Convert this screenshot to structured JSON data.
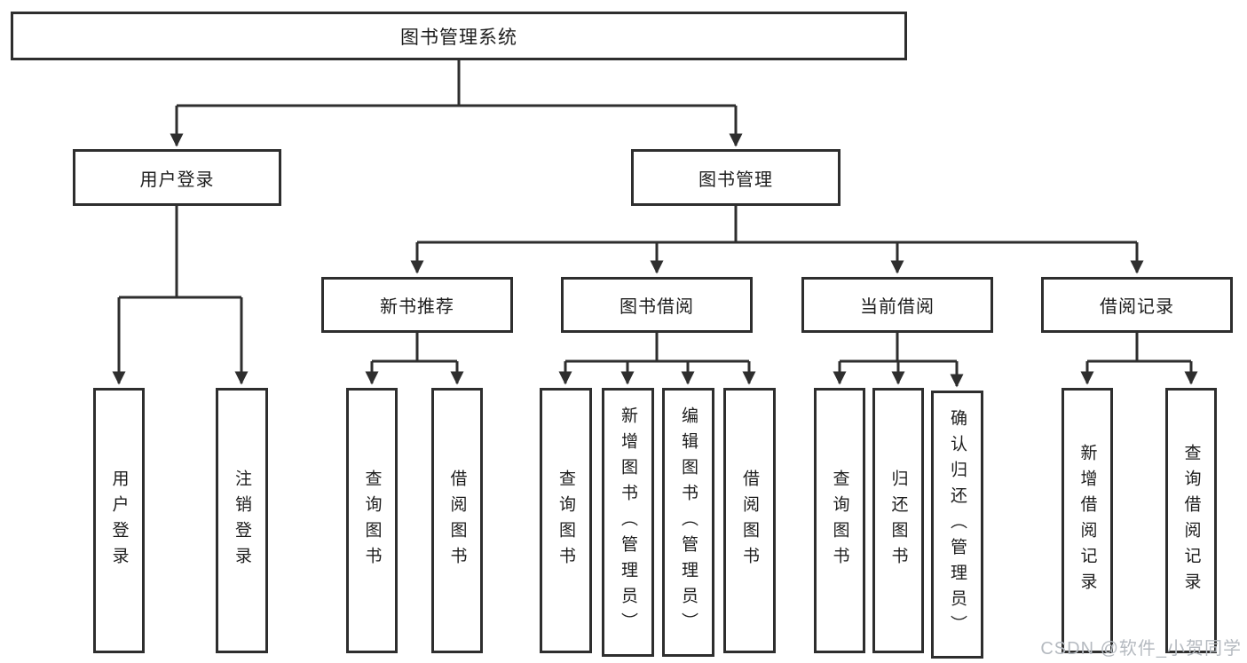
{
  "watermark": "CSDN @软件_小贺同学",
  "colors": {
    "line": "#2e2e2e",
    "box_border": "#2e2e2e",
    "text": "#1d1d1d",
    "background": "#ffffff",
    "watermark": "#b5bac0"
  },
  "tree": {
    "label": "图书管理系统",
    "children": [
      {
        "label": "用户登录",
        "children": [
          {
            "label": "用户登录"
          },
          {
            "label": "注销登录"
          }
        ]
      },
      {
        "label": "图书管理",
        "children": [
          {
            "label": "新书推荐",
            "children": [
              {
                "label": "查询图书"
              },
              {
                "label": "借阅图书"
              }
            ]
          },
          {
            "label": "图书借阅",
            "children": [
              {
                "label": "查询图书"
              },
              {
                "label": "新增图书（管理员）"
              },
              {
                "label": "编辑图书（管理员）"
              },
              {
                "label": "借阅图书"
              }
            ]
          },
          {
            "label": "当前借阅",
            "children": [
              {
                "label": "查询图书"
              },
              {
                "label": "归还图书"
              },
              {
                "label": "确认归还（管理员）"
              }
            ]
          },
          {
            "label": "借阅记录",
            "children": [
              {
                "label": "新增借阅记录"
              },
              {
                "label": "查询借阅记录"
              }
            ]
          }
        ]
      }
    ]
  }
}
